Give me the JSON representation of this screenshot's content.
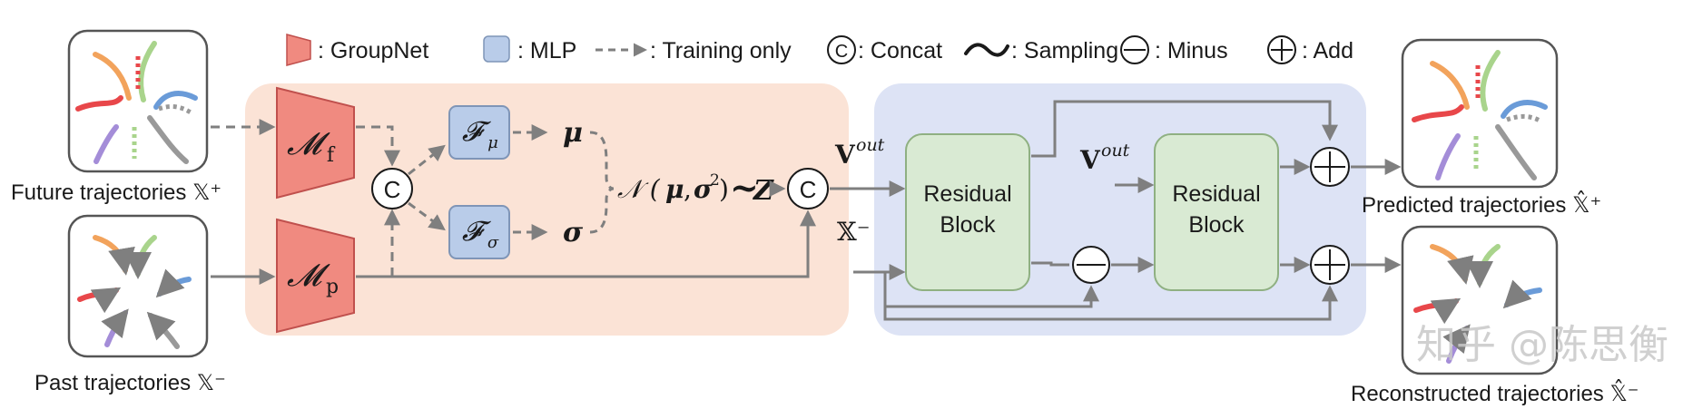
{
  "legend": {
    "groupnet": ": GroupNet",
    "mlp": ": MLP",
    "training_only": ": Training only",
    "concat": ": Concat",
    "sampling": ": Sampling",
    "minus": ": Minus",
    "add": ": Add",
    "concat_symbol": "C"
  },
  "inputs": {
    "future_label": "Future trajectories 𝕏⁺",
    "past_label": "Past trajectories 𝕏⁻"
  },
  "encoder": {
    "mf_label": "𝓜",
    "mf_sub": "f",
    "mp_label": "𝓜",
    "mp_sub": "p",
    "f_mu_label": "𝓕",
    "f_mu_sub": "μ",
    "f_sigma_label": "𝓕",
    "f_sigma_sub": "σ",
    "mu": "𝝁",
    "sigma": "𝝈",
    "normal_prefix": "𝒩 (",
    "normal_mu": "𝝁",
    "normal_comma": ",",
    "normal_sigma": "𝝈",
    "normal_sq": "2",
    "normal_close": ")",
    "tilde": "~",
    "z": "𝒁",
    "concat_symbol": "C"
  },
  "decoder": {
    "vout_bold": "V",
    "vout_sup": "out",
    "x_minus": "𝕏⁻",
    "residual_block_line1": "Residual",
    "residual_block_line2": "Block"
  },
  "outputs": {
    "predicted_label": "Predicted trajectories 𝕏̂⁺",
    "reconstructed_label": "Reconstructed trajectories 𝕏̂⁻"
  },
  "watermark": "知乎 @陈思衡",
  "colors": {
    "encoder_bg": "#fbe3d6",
    "decoder_bg": "#dde3f5",
    "groupnet": "#f08a80",
    "mlp": "#b9cce9",
    "residual": "#d9ead3",
    "arrow": "#7f7f7f"
  }
}
